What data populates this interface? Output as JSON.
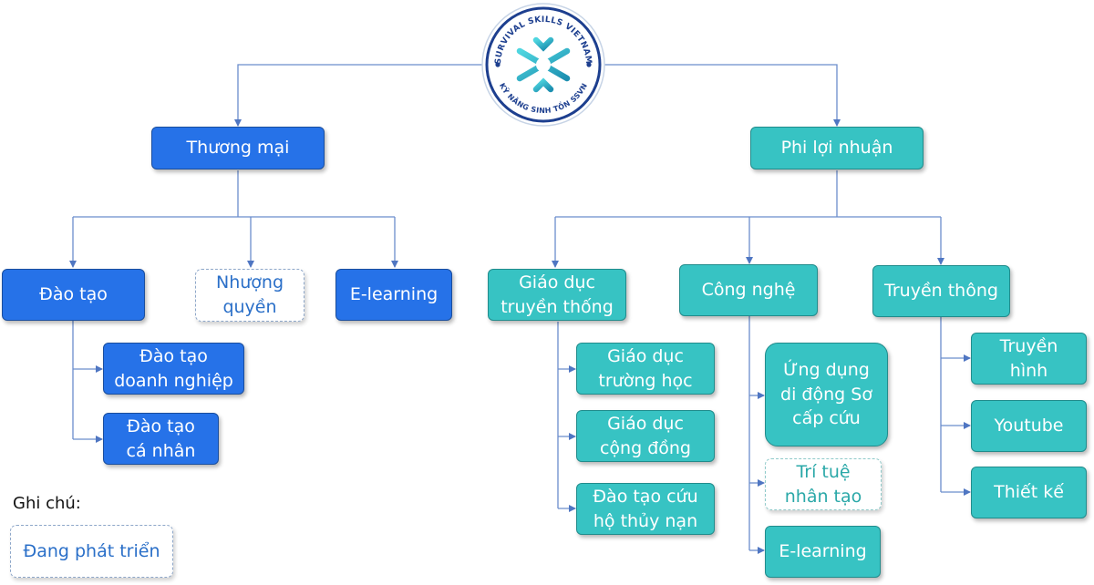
{
  "logo": {
    "top_text": "SURVIVAL SKILLS VIETNAM",
    "bottom_text": "KỸ NĂNG SINH TỒN SSVN"
  },
  "branches": {
    "commercial": "Thương mại",
    "nonprofit": "Phi lợi nhuận"
  },
  "commercial": {
    "training": "Đào tạo",
    "franchise": "Nhượng\nquyền",
    "elearning": "E-learning",
    "training_business": "Đào tạo\ndoanh nghiệp",
    "training_personal": "Đào tạo\ncá nhân"
  },
  "nonprofit": {
    "traditional_education": "Giáo dục\ntruyền thống",
    "technology": "Công nghệ",
    "media": "Truyền thông",
    "school_education": "Giáo dục\ntrường học",
    "community_education": "Giáo dục\ncộng đồng",
    "water_rescue_training": "Đào tạo cứu\nhộ thủy nạn",
    "first_aid_app": "Ứng dụng\ndi động Sơ\ncấp cứu",
    "ai": "Trí tuệ\nnhân tạo",
    "tech_elearning": "E-learning",
    "television": "Truyền\nhình",
    "youtube": "Youtube",
    "design": "Thiết kế"
  },
  "legend": {
    "label": "Ghi chú:",
    "in_development": "Đang phát triển"
  },
  "colors": {
    "commercial": "#2672e8",
    "nonprofit": "#37c3c3",
    "connector": "#5b7fc0",
    "dashed_border": "#8ea7c9"
  }
}
